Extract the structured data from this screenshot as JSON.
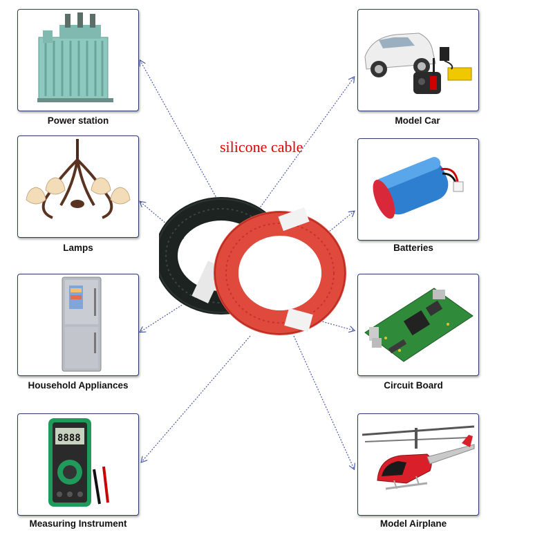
{
  "title": "silicone cable",
  "colors": {
    "title": "#e00000",
    "frame": "#2b3a6b",
    "connector": "#4a5aa8"
  },
  "items": [
    {
      "label": "Power station",
      "icon": "transformer-icon"
    },
    {
      "label": "Model Car",
      "icon": "rc-car-icon"
    },
    {
      "label": "Lamps",
      "icon": "chandelier-icon"
    },
    {
      "label": "Batteries",
      "icon": "battery-pack-icon"
    },
    {
      "label": "Household Appliances",
      "icon": "refrigerator-icon"
    },
    {
      "label": "Circuit Board",
      "icon": "circuit-board-icon"
    },
    {
      "label": "Measuring Instrument",
      "icon": "multimeter-icon"
    },
    {
      "label": "Model Airplane",
      "icon": "helicopter-icon"
    }
  ]
}
